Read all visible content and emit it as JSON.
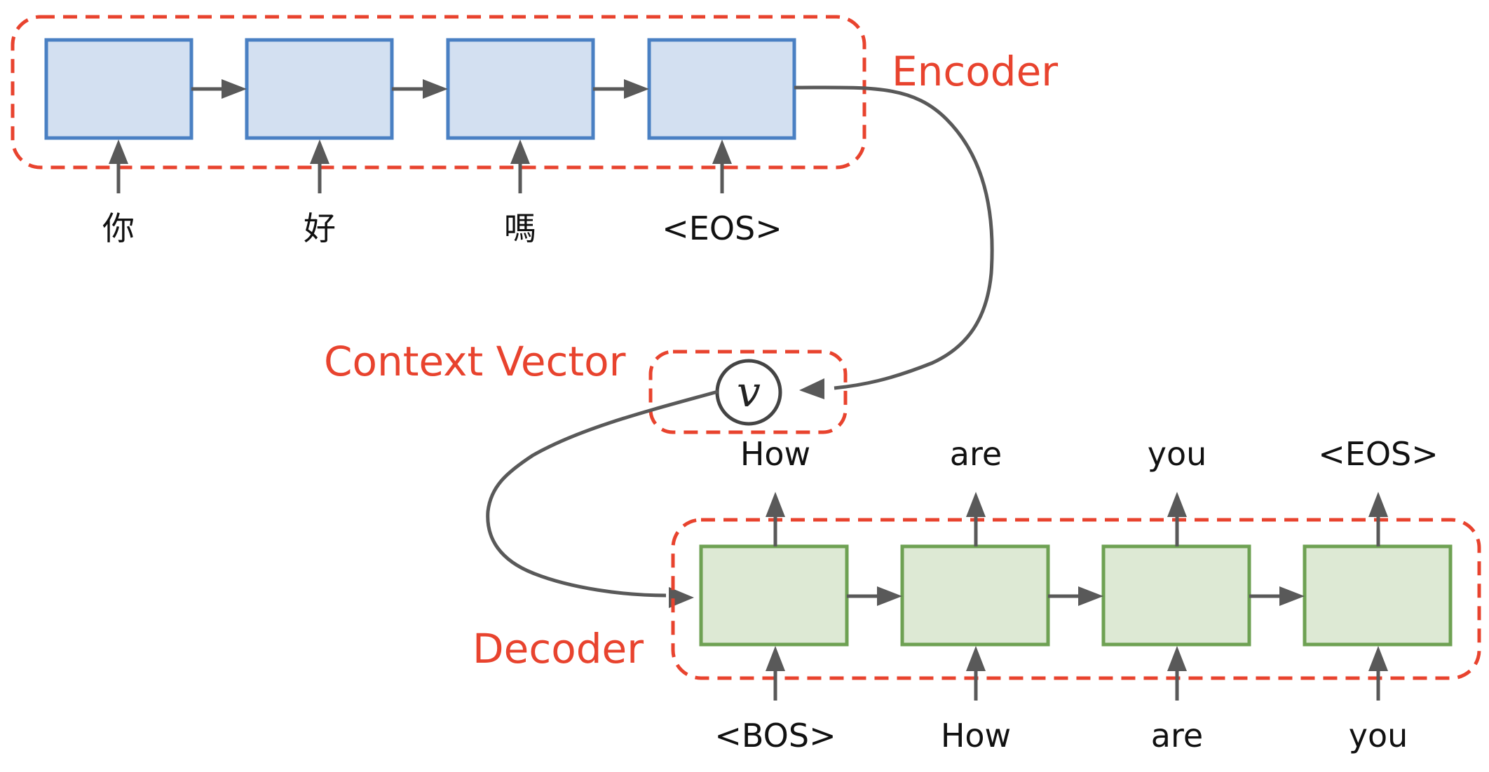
{
  "encoder": {
    "label": "Encoder",
    "inputs": [
      "你",
      "好",
      "嗎",
      "<EOS>"
    ]
  },
  "context_vector": {
    "label": "Context Vector",
    "symbol": "v"
  },
  "decoder": {
    "label": "Decoder",
    "inputs": [
      "<BOS>",
      "How",
      "are",
      "you"
    ],
    "outputs": [
      "How",
      "are",
      "you",
      "<EOS>"
    ]
  },
  "colors": {
    "accent_dashed": "#e8432e",
    "encoder_fill": "#d3e0f1",
    "encoder_stroke": "#4a80c3",
    "decoder_fill": "#dde9d4",
    "decoder_stroke": "#6ea153",
    "connector": "#595959"
  }
}
